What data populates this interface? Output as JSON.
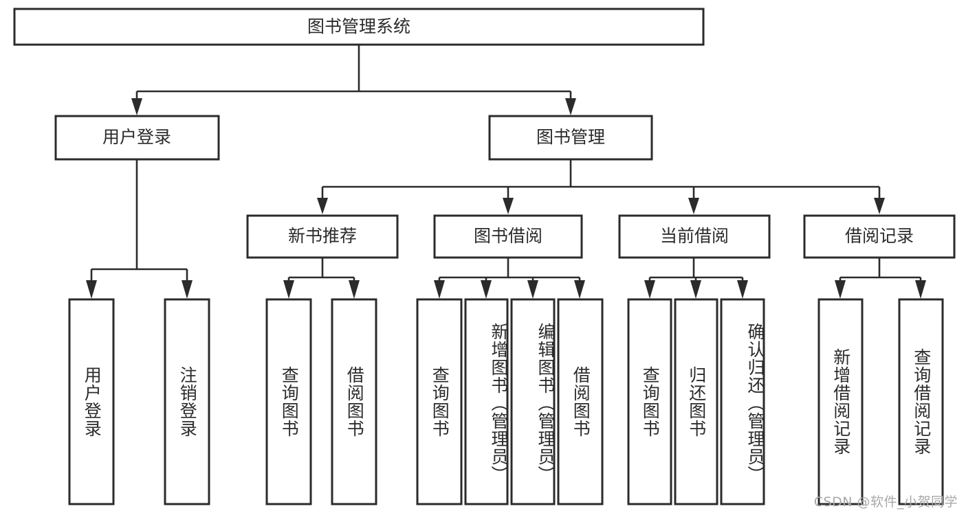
{
  "diagram": {
    "type": "tree",
    "title": "图书管理系统",
    "orientation": "top-down",
    "colors": {
      "stroke": "#2b2b2b",
      "fill": "#ffffff",
      "background": "#ffffff",
      "watermark": "#a8a8a8"
    },
    "root": {
      "label": "图书管理系统"
    },
    "level2": [
      {
        "label": "用户登录"
      },
      {
        "label": "图书管理"
      }
    ],
    "level3": [
      {
        "label": "新书推荐"
      },
      {
        "label": "图书借阅"
      },
      {
        "label": "当前借阅"
      },
      {
        "label": "借阅记录"
      }
    ],
    "leaves": {
      "user_login": [
        {
          "label": "用户登录"
        },
        {
          "label": "注销登录"
        }
      ],
      "new_book_recommend": [
        {
          "label": "查询图书"
        },
        {
          "label": "借阅图书"
        }
      ],
      "book_borrow": [
        {
          "label": "查询图书"
        },
        {
          "label": "新增图书（管理员）"
        },
        {
          "label": "编辑图书（管理员）"
        },
        {
          "label": "借阅图书"
        }
      ],
      "current_borrow": [
        {
          "label": "查询图书"
        },
        {
          "label": "归还图书"
        },
        {
          "label": "确认归还（管理员）"
        }
      ],
      "borrow_record": [
        {
          "label": "新增借阅记录"
        },
        {
          "label": "查询借阅记录"
        }
      ]
    }
  },
  "watermark": {
    "text": "CSDN @软件_小贺同学"
  }
}
